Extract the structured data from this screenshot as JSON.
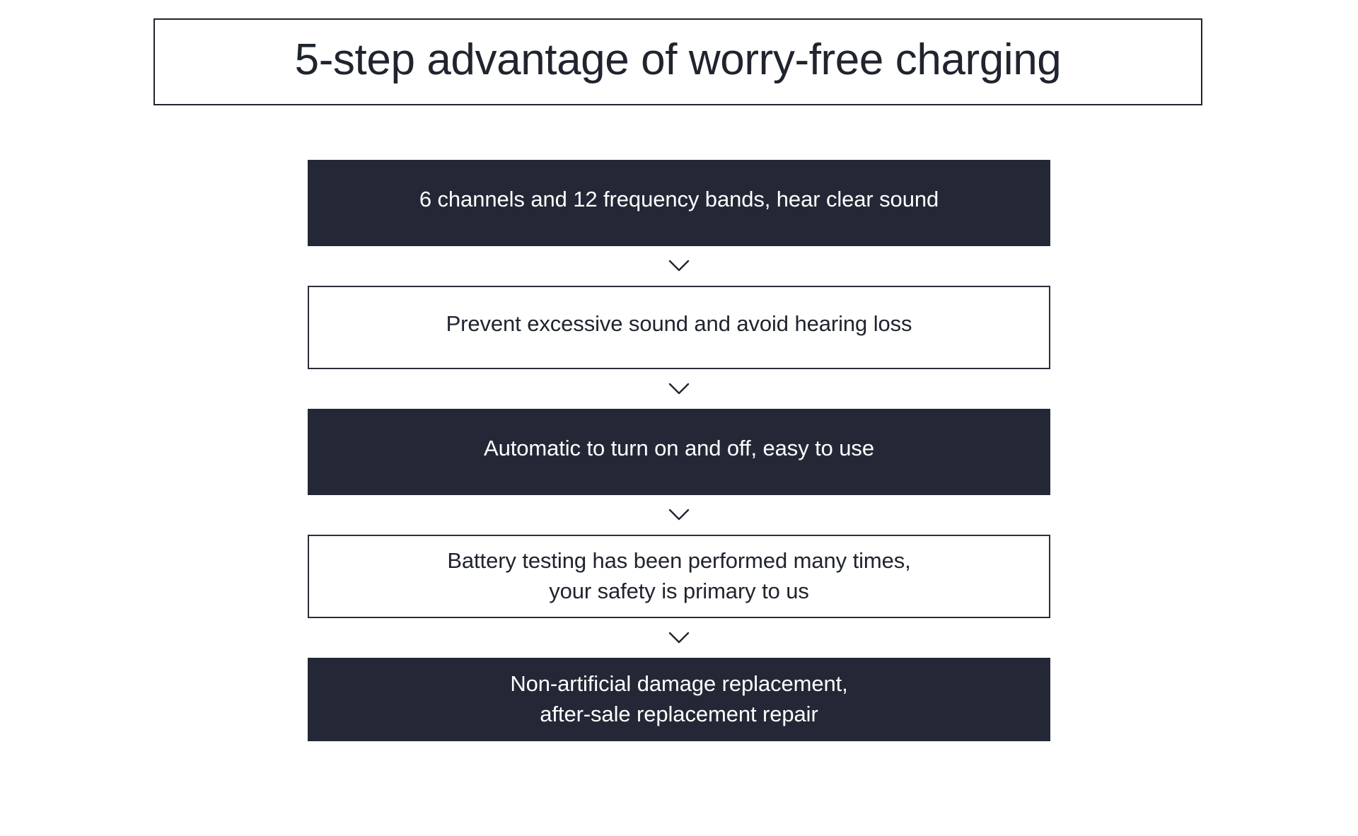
{
  "page": {
    "background_color": "#ffffff",
    "accent_dark": "#242836",
    "text_dark": "#20242e",
    "text_light": "#ffffff"
  },
  "title": {
    "text": "5-step advantage of worry-free charging"
  },
  "flow": {
    "connector_icon": "chevron-down-icon",
    "steps": [
      {
        "index": 1,
        "style": "dark",
        "text": "6 channels and 12 frequency bands, hear clear sound",
        "lines": 1
      },
      {
        "index": 2,
        "style": "light",
        "text": "Prevent excessive sound and avoid hearing loss",
        "lines": 1
      },
      {
        "index": 3,
        "style": "dark",
        "text": "Automatic to turn on and off, easy to use",
        "lines": 1
      },
      {
        "index": 4,
        "style": "light",
        "text": "Battery testing has been performed many times,\nyour safety is primary to us",
        "lines": 2
      },
      {
        "index": 5,
        "style": "dark",
        "text": "Non-artificial damage replacement,\nafter-sale replacement repair",
        "lines": 2
      }
    ]
  }
}
